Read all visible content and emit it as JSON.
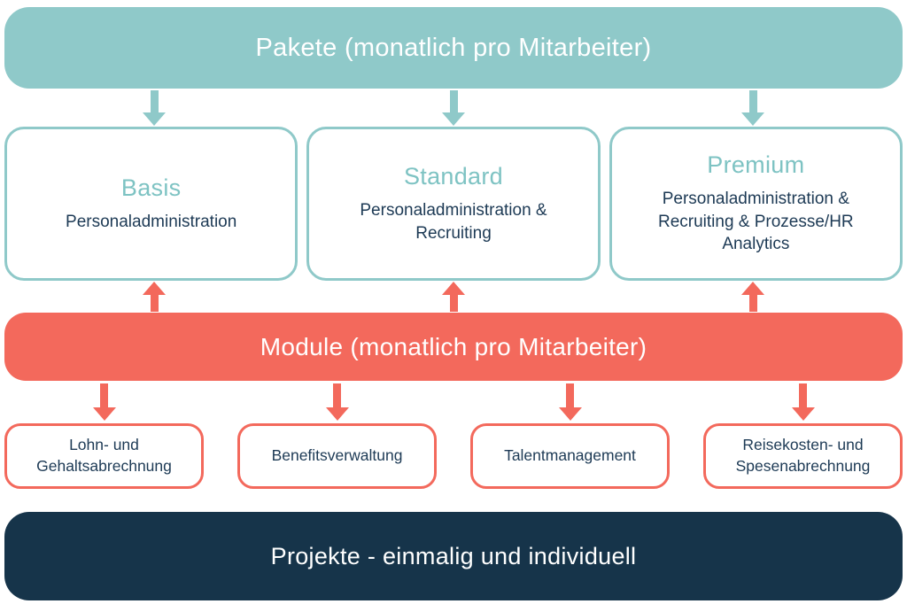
{
  "colors": {
    "teal": "#8FC9C9",
    "coral": "#F3695C",
    "navy": "#16344A",
    "text_dark": "#1D3A55"
  },
  "packages_banner": {
    "title": "Pakete (monatlich pro Mitarbeiter)"
  },
  "packages": [
    {
      "name": "Basis",
      "description": "Personaladministration"
    },
    {
      "name": "Standard",
      "description": "Personaladministration & Recruiting"
    },
    {
      "name": "Premium",
      "description": "Personaladministration & Recruiting & Prozesse/HR Analytics"
    }
  ],
  "modules_banner": {
    "title": "Module (monatlich pro Mitarbeiter)"
  },
  "modules": [
    {
      "label": "Lohn- und Gehaltsabrechnung"
    },
    {
      "label": "Benefitsverwaltung"
    },
    {
      "label": "Talentmanagement"
    },
    {
      "label": "Reisekosten- und Spesenabrechnung"
    }
  ],
  "projects_banner": {
    "title": "Projekte - einmalig und individuell"
  }
}
